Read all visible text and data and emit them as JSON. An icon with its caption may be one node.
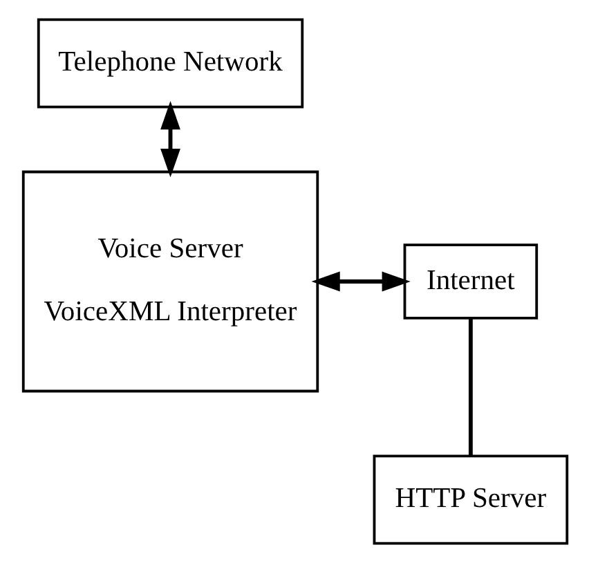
{
  "diagram": {
    "nodes": [
      {
        "text": [
          "Telephone Network"
        ]
      },
      {
        "text": [
          "Voice Server",
          "VoiceXML Interpreter"
        ]
      },
      {
        "text": [
          "Internet"
        ]
      },
      {
        "text": [
          "HTTP Server"
        ]
      }
    ],
    "edges": [
      {
        "from": 0,
        "to": 1,
        "arrow": "both"
      },
      {
        "from": 1,
        "to": 2,
        "arrow": "both"
      },
      {
        "from": 2,
        "to": 3,
        "arrow": "none"
      }
    ]
  }
}
